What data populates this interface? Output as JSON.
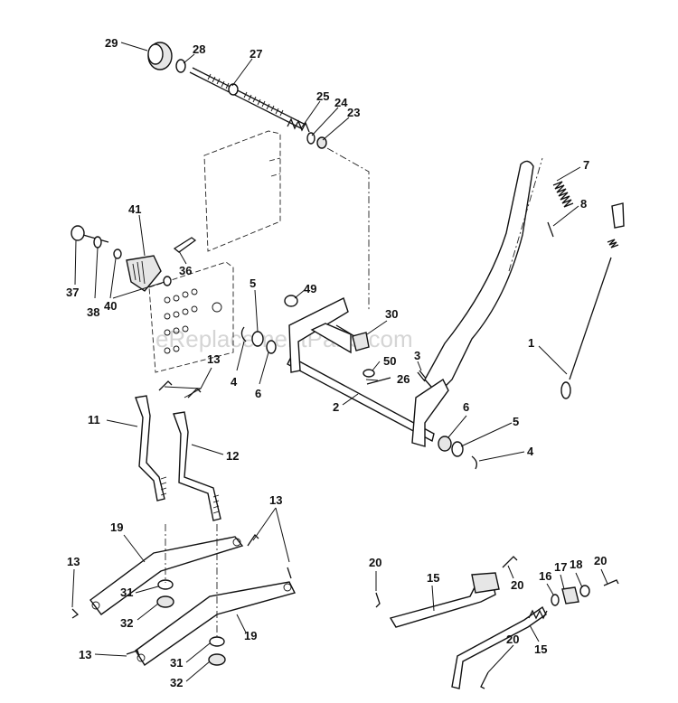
{
  "watermark": "eReplacementParts.com",
  "callouts": {
    "c29": "29",
    "c28": "28",
    "c27": "27",
    "c25": "25",
    "c24": "24",
    "c23": "23",
    "c7": "7",
    "c8": "8",
    "c41": "41",
    "c36": "36",
    "c37": "37",
    "c38": "38",
    "c40": "40",
    "c5a": "5",
    "c49": "49",
    "c30": "30",
    "c1": "1",
    "c13a": "13",
    "c4a": "4",
    "c6a": "6",
    "c3": "3",
    "c50": "50",
    "c26": "26",
    "c2": "2",
    "c6b": "6",
    "c5b": "5",
    "c4b": "4",
    "c11": "11",
    "c12": "12",
    "c13b": "13",
    "c19a": "19",
    "c13c": "13",
    "c31a": "31",
    "c32a": "32",
    "c19b": "19",
    "c13d": "13",
    "c31b": "31",
    "c32b": "32",
    "c20a": "20",
    "c15a": "15",
    "c20b": "20",
    "c16": "16",
    "c17": "17",
    "c18": "18",
    "c20c": "20",
    "c20d": "20",
    "c15b": "15"
  }
}
